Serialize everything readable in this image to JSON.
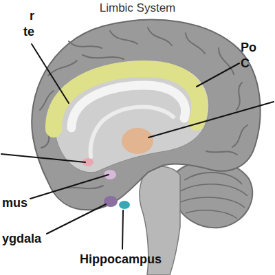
{
  "diagram": {
    "title": "Limbic System",
    "labels": [
      "r te",
      "Po C",
      "mus",
      "ygdala",
      "Hippocampus"
    ]
  }
}
